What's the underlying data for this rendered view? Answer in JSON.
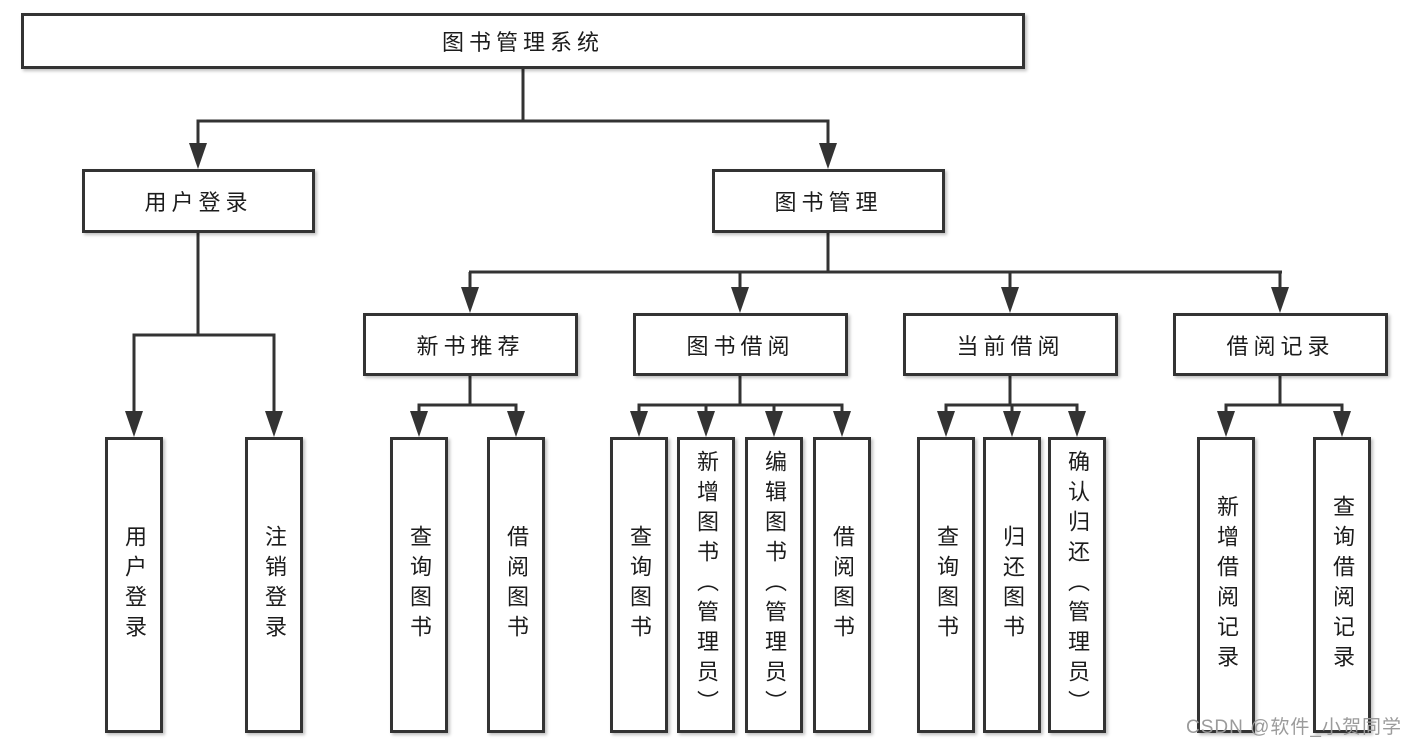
{
  "title": "图书管理系统",
  "level1": [
    {
      "label": "用户登录"
    },
    {
      "label": "图书管理"
    }
  ],
  "level2": [
    {
      "label": "新书推荐"
    },
    {
      "label": "图书借阅"
    },
    {
      "label": "当前借阅"
    },
    {
      "label": "借阅记录"
    }
  ],
  "leaves": {
    "user": [
      "用户登录",
      "注销登录"
    ],
    "newbook": [
      "查询图书",
      "借阅图书"
    ],
    "borrow": [
      "查询图书",
      "新增图书（管理员）",
      "编辑图书（管理员）",
      "借阅图书"
    ],
    "current": [
      "查询图书",
      "归还图书",
      "确认归还（管理员）"
    ],
    "records": [
      "新增借阅记录",
      "查询借阅记录"
    ]
  },
  "watermark": "CSDN @软件_小贺同学",
  "colors": {
    "line": "#333333",
    "text": "#1c1c1c",
    "watermark": "#9b9b9b"
  }
}
